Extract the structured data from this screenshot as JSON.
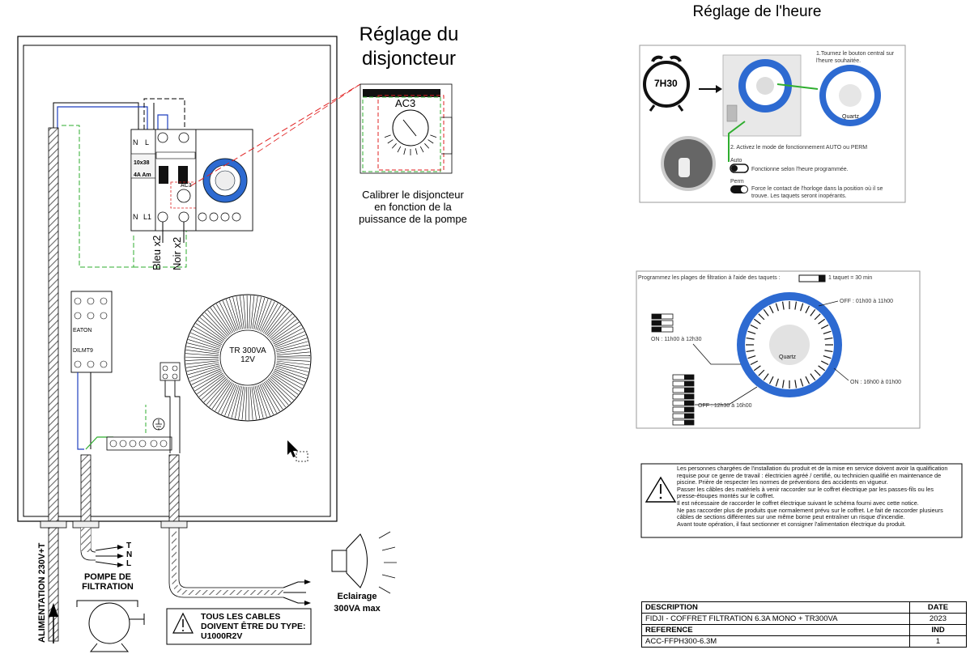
{
  "breaker": {
    "title_line1": "Réglage du",
    "title_line2": "disjoncteur",
    "zoom_label": "AC3",
    "caption_line1": "Calibrer le disjoncteur",
    "caption_line2": "en fonction de la",
    "caption_line3": "puissance de la pompe"
  },
  "cabinet": {
    "breaker_rating": "10x38",
    "breaker_amps": "4A Am",
    "terminal_labels_top": [
      "N",
      "L"
    ],
    "terminal_labels_bottom": [
      "N",
      "L1"
    ],
    "wire_blue": "Bleu x2",
    "wire_black": "Noir x2",
    "contactor_label": "EATON",
    "contactor_model": "DILMT9",
    "transformer_line1": "TR 300VA",
    "transformer_line2": "12V",
    "timer_label": "AC3"
  },
  "bottom_left": {
    "supply_label": "ALIMENTATION 230V+T",
    "pump_line1": "POMPE DE",
    "pump_line2": "FILTRATION",
    "pump_terminals": [
      "T",
      "N",
      "L"
    ],
    "cables_line1": "TOUS LES CABLES",
    "cables_line2": "DOIVENT ÊTRE DU TYPE:",
    "cables_line3": "U1000R2V",
    "light_line1": "Eclairage",
    "light_line2": "300VA max"
  },
  "clock_setting": {
    "title": "Réglage de l'heure",
    "clock_time": "7H30",
    "step1_line1": "1.Tournez le bouton central sur",
    "step1_line2": "l'heure souhaitée.",
    "dial_label": "Quartz",
    "step2": "2. Activez le mode de fonctionnement AUTO ou PERM",
    "auto_label": "Auto",
    "auto_desc": "Fonctionne selon l'heure programmée.",
    "perm_label": "Perm",
    "perm_desc_line1": "Force le contact de l'horloge dans la position où il se",
    "perm_desc_line2": "trouve. Les taquets seront inopérants."
  },
  "programming": {
    "intro": "Programmez les plages de filtration à l'aide des taquets :",
    "tappet_value": "1 taquet = 30 min",
    "on_1": "ON : 11h00 à 12h30",
    "off_1": "OFF : 01h00 à 11h00",
    "on_2": "ON : 16h00 à 01h00",
    "off_2": "OFF : 12h30 à 16h00",
    "dial_label": "Quartz"
  },
  "warning": {
    "lines": [
      "Les personnes chargées de l'installation du produit et de la mise en service doivent avoir la qualification",
      "requise pour ce genre de travail : électricien agréé / certifié, ou technicien qualifié en maintenance de",
      "piscine. Prière de respecter les normes de préventions des accidents en vigueur.",
      "Passer les câbles des matériels à venir raccorder sur le coffret électrique par les passes-fils ou les",
      "presse-étoupes montés sur le coffret.",
      "Il est nécessaire de raccorder le coffret électrique suivant le schéma fourni avec cette notice.",
      "Ne pas raccorder plus de produits que normalement prévu sur le coffret. Le fait de raccorder plusieurs",
      "câbles de sections différentes sur une même borne peut entraîner un risque d'incendie.",
      "Avant toute opération, il faut sectionner et consigner l'alimentation électrique du produit."
    ]
  },
  "title_block": {
    "desc_header": "DESCRIPTION",
    "date_header": "DATE",
    "description": "FIDJI - COFFRET FILTRATION 6.3A MONO + TR300VA",
    "date": "2023",
    "ref_header": "REFERENCE",
    "ind_header": "IND",
    "reference": "ACC-FFPH300-6.3M",
    "ind": "1"
  },
  "colors": {
    "blue_wire": "#1f3fbf",
    "green_dash": "#2fae2f",
    "red_dash": "#e02020",
    "timer_blue": "#2d6ad1"
  }
}
